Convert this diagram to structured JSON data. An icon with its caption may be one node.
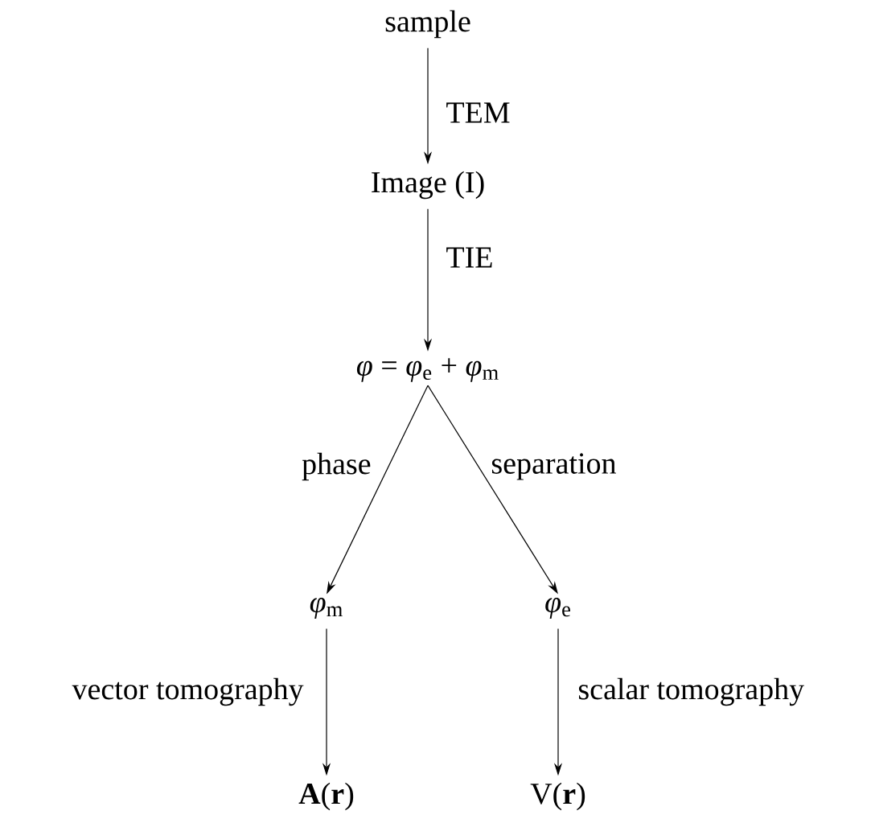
{
  "diagram": {
    "nodes": [
      {
        "text": [
          "sample"
        ]
      },
      {
        "text": [
          "Image (I)"
        ]
      },
      {
        "text": [
          "*φ* = *φ*$_{e}$ + *φ*$_{m}$"
        ]
      },
      {
        "text": [
          "*φ*$_{m}$"
        ]
      },
      {
        "text": [
          "*φ*$_{e}$"
        ]
      },
      {
        "text": [
          "**A**(**r**)"
        ]
      },
      {
        "text": [
          "V(**r**)"
        ]
      }
    ],
    "edges": [
      {
        "from": 0,
        "to": 1,
        "arrow": "to",
        "label": "TEM"
      },
      {
        "from": 1,
        "to": 2,
        "arrow": "to",
        "label": "TIE"
      },
      {
        "from": 2,
        "to": 3,
        "arrow": "to",
        "label": "phase"
      },
      {
        "from": 2,
        "to": 4,
        "arrow": "to",
        "label": "separation"
      },
      {
        "from": 3,
        "to": 5,
        "arrow": "to",
        "label": "vector tomography"
      },
      {
        "from": 4,
        "to": 6,
        "arrow": "to",
        "label": "scalar tomography"
      }
    ]
  }
}
